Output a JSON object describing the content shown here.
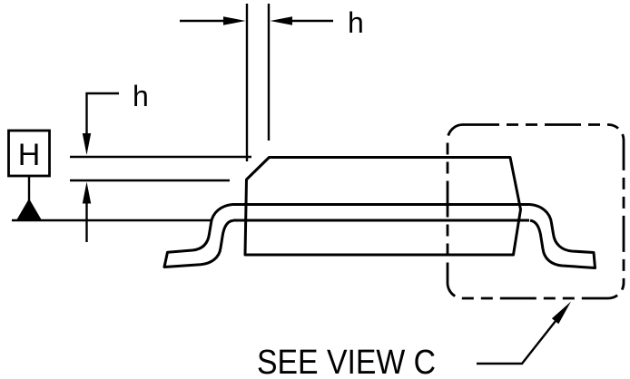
{
  "labels": {
    "dim_top": "h",
    "dim_left": "h",
    "datum": "H",
    "callout": "SEE VIEW C"
  },
  "colors": {
    "line": "#000000",
    "background": "#ffffff"
  }
}
